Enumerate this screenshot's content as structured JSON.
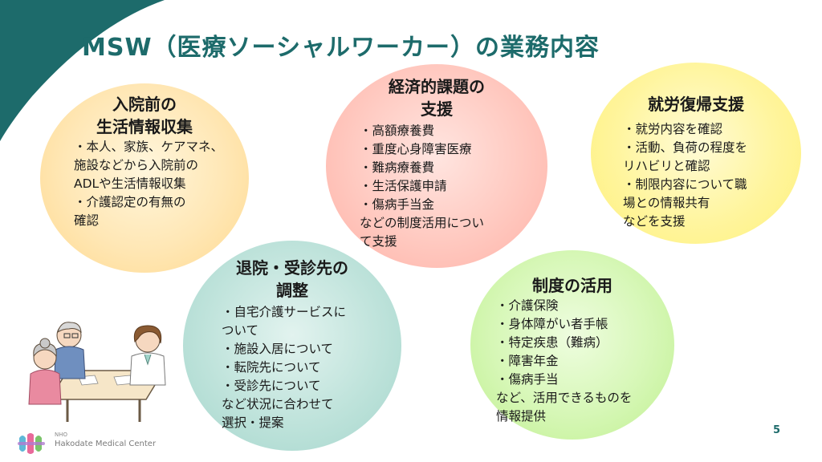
{
  "title": "MSW（医療ソーシャルワーカー）の業務内容",
  "circles": [
    {
      "title_lines": [
        "入院前の",
        "生活情報収集"
      ],
      "lines": [
        "・本人、家族、ケアマネ、",
        "施設などから入院前の",
        "ADLや生活情報収集",
        "・介護認定の有無の",
        "確認"
      ]
    },
    {
      "title_lines": [
        "経済的課題の",
        "支援"
      ],
      "lines": [
        "・高額療養費",
        "・重度心身障害医療",
        "・難病療養費",
        "・生活保護申請",
        "・傷病手当金",
        "などの制度活用につい",
        "て支援"
      ]
    },
    {
      "title_lines": [
        "就労復帰支援"
      ],
      "lines": [
        "・就労内容を確認",
        "・活動、負荷の程度を",
        "リハビリと確認",
        "・制限内容について職",
        "場との情報共有",
        "などを支援"
      ]
    },
    {
      "title_lines": [
        "退院・受診先の",
        "調整"
      ],
      "lines": [
        "・自宅介護サービスに",
        "ついて",
        "・施設入居について",
        "・転院先について",
        "・受診先について",
        "など状況に合わせて",
        "選択・提案"
      ]
    },
    {
      "title_lines": [
        "制度の活用"
      ],
      "lines": [
        "・介護保険",
        "・身体障がい者手帳",
        "・特定疾患（難病）",
        "・障害年金",
        "・傷病手当",
        "など、活用できるものを",
        "情報提供"
      ]
    }
  ],
  "page_number": "5",
  "logo": {
    "small_text": "NHO",
    "name": "Hakodate Medical Center"
  },
  "colors": {
    "title": "#1d6b6b",
    "corner": "#1d6b6b"
  }
}
